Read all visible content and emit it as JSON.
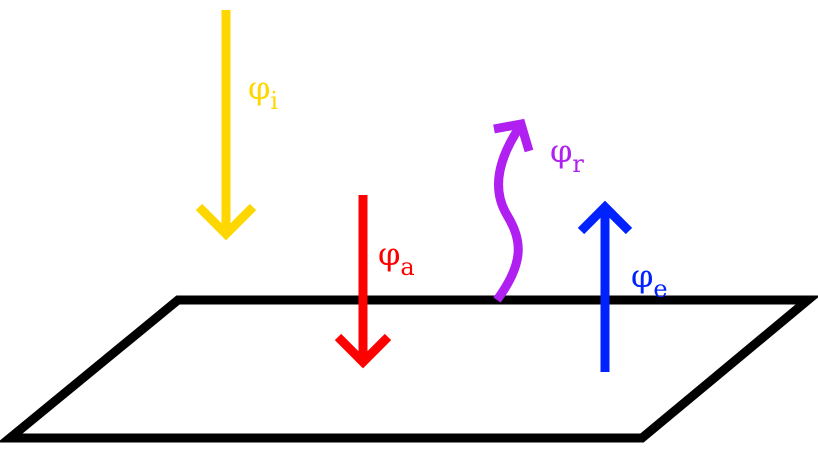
{
  "colors": {
    "surface": "#000000",
    "incident": "#ffd700",
    "absorbed": "#ff0000",
    "reflected": "#b020f0",
    "emitted": "#0022ff"
  },
  "labels": {
    "incident": {
      "symbol": "φ",
      "sub": "i"
    },
    "absorbed": {
      "symbol": "φ",
      "sub": "a"
    },
    "reflected": {
      "symbol": "φ",
      "sub": "r"
    },
    "emitted": {
      "symbol": "φ",
      "sub": "e"
    }
  }
}
